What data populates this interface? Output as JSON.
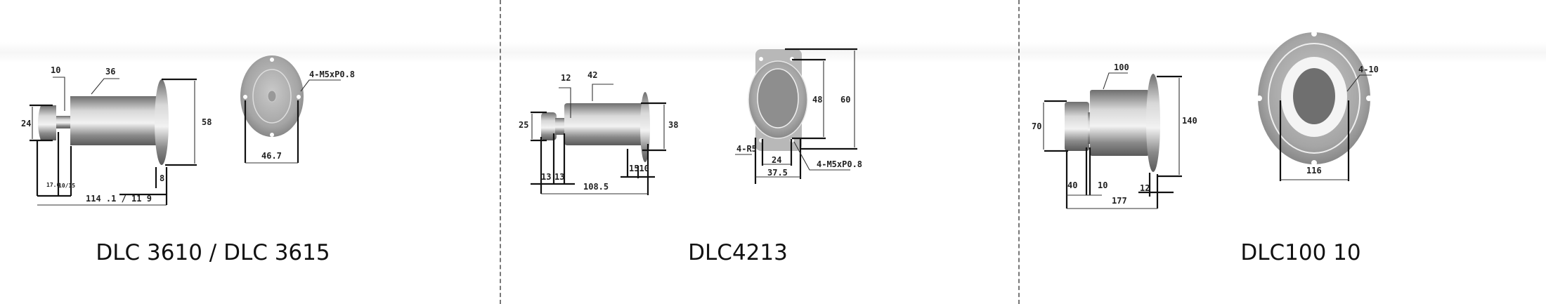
{
  "panels": [
    {
      "title": "DLC 3610 / DLC 3615",
      "side_labels": {
        "knob_dia": "24",
        "neck": "10",
        "body_dia": "36",
        "flange_dia": "58",
        "flange_thk": "8",
        "len_a": "17.6",
        "len_b": "10/15",
        "total": "114 .1 / 11 9"
      },
      "front_labels": {
        "holes": "4-M5xP0.8",
        "pcd": "46.7"
      }
    },
    {
      "title": "DLC4213",
      "side_labels": {
        "knob_dia": "25",
        "neck": "12",
        "body_dia": "42",
        "flange_dia": "38",
        "len_a": "13",
        "len_b": "13",
        "flange": "1510",
        "total": "108.5"
      },
      "front_labels": {
        "inner": "48",
        "outer": "60",
        "radius": "4-R5",
        "hole_pitch": "24",
        "width": "37.5",
        "holes": "4-M5xP0.8"
      }
    },
    {
      "title": "DLC100 10",
      "side_labels": {
        "knob_dia": "70",
        "body_dia": "100",
        "flange_dia": "140",
        "len_a": "40",
        "len_b": "10",
        "flange_thk": "12",
        "total": "177"
      },
      "front_labels": {
        "holes": "4-10",
        "pcd": "116"
      }
    }
  ]
}
